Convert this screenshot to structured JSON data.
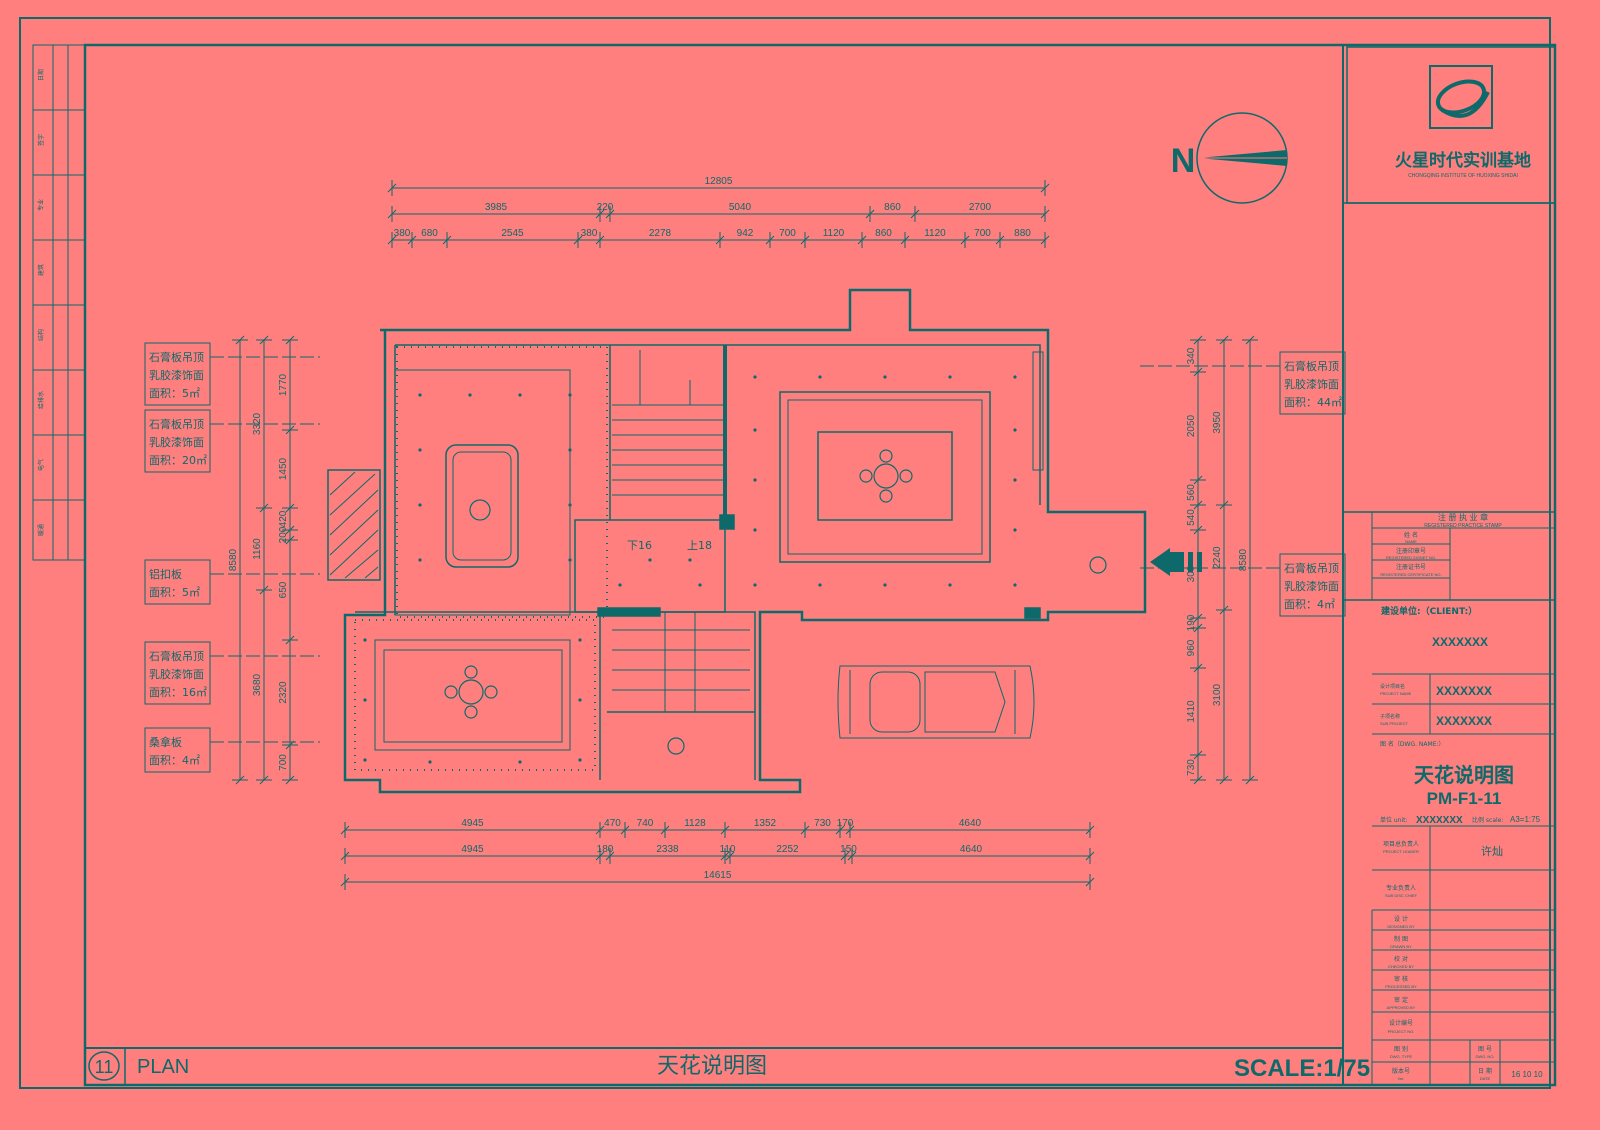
{
  "colors": {
    "background": "#ff7f7f",
    "line": "#0e6a6a"
  },
  "north_label": "N",
  "dims_top": {
    "total": "12805",
    "row2": [
      "3985",
      "220",
      "5040",
      "860",
      "2700"
    ],
    "row3": [
      "380",
      "680",
      "2545",
      "380",
      "2278",
      "942",
      "700",
      "1120",
      "860",
      "1120",
      "700",
      "880"
    ]
  },
  "dims_bottom": {
    "row1": [
      "4945",
      "470",
      "740",
      "1128",
      "1352",
      "730",
      "170",
      "4640"
    ],
    "row2": [
      "4945",
      "180",
      "2338",
      "110",
      "2252",
      "150",
      "4640"
    ],
    "total": "14615"
  },
  "dims_left": {
    "outer": "8580",
    "mid": [
      "3320",
      "1160",
      "3680"
    ],
    "inner": [
      "1770",
      "1450",
      "420",
      "200",
      "650",
      "2320",
      "700"
    ]
  },
  "dims_right": {
    "outer": "8580",
    "mid": [
      "3950",
      "2240",
      "3100"
    ],
    "inner": [
      "340",
      "2050",
      "560",
      "540",
      "300",
      "190",
      "960",
      "1410",
      "730"
    ]
  },
  "stair_labels": {
    "down": "下16",
    "up": "上18"
  },
  "callouts_left": [
    {
      "lines": [
        "石膏板吊顶",
        "乳胶漆饰面",
        "面积：5㎡"
      ]
    },
    {
      "lines": [
        "石膏板吊顶",
        "乳胶漆饰面",
        "面积：20㎡"
      ]
    },
    {
      "lines": [
        "铝扣板",
        "面积：5㎡"
      ]
    },
    {
      "lines": [
        "石膏板吊顶",
        "乳胶漆饰面",
        "面积：16㎡"
      ]
    },
    {
      "lines": [
        "桑拿板",
        "面积：4㎡"
      ]
    }
  ],
  "callouts_right": [
    {
      "lines": [
        "石膏板吊顶",
        "乳胶漆饰面",
        "面积：44㎡"
      ]
    },
    {
      "lines": [
        "石膏板吊顶",
        "乳胶漆饰面",
        "面积：4㎡"
      ]
    }
  ],
  "left_strip_labels": [
    "日期",
    "签字",
    "专业",
    "建筑",
    "结构",
    "给排水",
    "电气",
    "暖通"
  ],
  "title_block": {
    "company_cn": "火星时代实训基地",
    "company_en": "CHONGQING INSTITUTE OF HUOXING SHIDAI",
    "practice_seal_cn": "注 册 执 业 章",
    "practice_seal_en": "REGISTERED PRACTICE STAMP",
    "name_label": "姓 名",
    "name_en": "NAME",
    "reg_no_label": "注册印章号",
    "reg_no_en": "REGISTERED SIGNET NO.",
    "reg_cert_label": "注册证书号",
    "reg_cert_en": "REGISTERED CERTIFICATE NO.",
    "client_label": "建设单位:（CLIENT:）",
    "client_value": "XXXXXXX",
    "project_label": "设计项目名",
    "project_en": "PROJECT NAME",
    "project_value": "XXXXXXX",
    "sub_project_label": "子项名称",
    "sub_project_en": "SUB PROJECT",
    "sub_project_value": "XXXXXXX",
    "drawing_name_label": "图 名（DWG. NAME:）",
    "drawing_title": "天花说明图",
    "drawing_number": "PM-F1-11",
    "unit_label": "单位 unit:",
    "unit_value": "XXXXXXX",
    "scale_label": "比例 scale:",
    "scale_value": "A3=1:75",
    "project_leader_label": "项目总负责人",
    "project_leader_en": "PROJECT LEADER",
    "project_leader_value": "许灿",
    "sub_chief_label": "专业负责人",
    "sub_chief_en": "SUB DISC CHIEF",
    "designed_label": "设 计",
    "designed_en": "DESIGNED BY",
    "drawn_label": "制 图",
    "drawn_en": "DRAWN BY",
    "checked_label": "校 对",
    "checked_en": "CHECKED BY",
    "processed_label": "审 核",
    "processed_en": "PROCESSED BY",
    "approved_label": "审 定",
    "approved_en": "APPROVED BY",
    "project_no_label": "设计编号",
    "project_no_en": "PROJECT NO.",
    "dwg_type_label": "图 别",
    "dwg_type_en": "DWG. TYPE",
    "dwg_no_label": "图 号",
    "dwg_no_en": "DWG. NO.",
    "version_label": "版本号",
    "version_en": "Ver.",
    "date_label": "日 期",
    "date_en": "DATE",
    "date_value": "16 10 10"
  },
  "footer": {
    "number": "11",
    "plan": "PLAN",
    "title": "天花说明图",
    "scale": "SCALE:1/75"
  }
}
